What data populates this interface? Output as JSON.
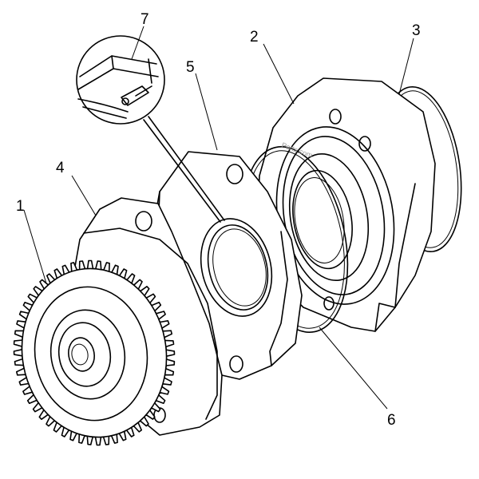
{
  "callouts": [
    {
      "id": "c1",
      "label": "1"
    },
    {
      "id": "c2",
      "label": "2"
    },
    {
      "id": "c3",
      "label": "3"
    },
    {
      "id": "c4",
      "label": "4"
    },
    {
      "id": "c5",
      "label": "5"
    },
    {
      "id": "c6",
      "label": "6"
    },
    {
      "id": "c7",
      "label": "7"
    }
  ],
  "watermark": "Parts.com",
  "colors": {
    "line": "#000000",
    "background": "#ffffff",
    "watermark": "#9a9a9a"
  }
}
